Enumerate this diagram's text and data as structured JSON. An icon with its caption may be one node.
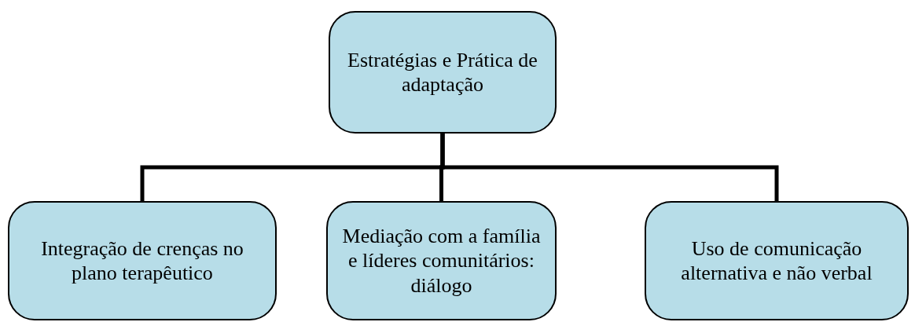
{
  "diagram": {
    "nodes": [
      {
        "text": [
          "Estratégias e Prática de adaptação"
        ]
      },
      {
        "text": [
          "Integração de crenças no plano terapêutico"
        ]
      },
      {
        "text": [
          "Mediação com a família e líderes comunitários: diálogo"
        ]
      },
      {
        "text": [
          "Uso de comunicação alternativa e não verbal"
        ]
      }
    ],
    "edges": [
      {
        "from": 0,
        "to": 1,
        "arrow": "none"
      },
      {
        "from": 0,
        "to": 2,
        "arrow": "none"
      },
      {
        "from": 0,
        "to": 3,
        "arrow": "none"
      }
    ]
  }
}
